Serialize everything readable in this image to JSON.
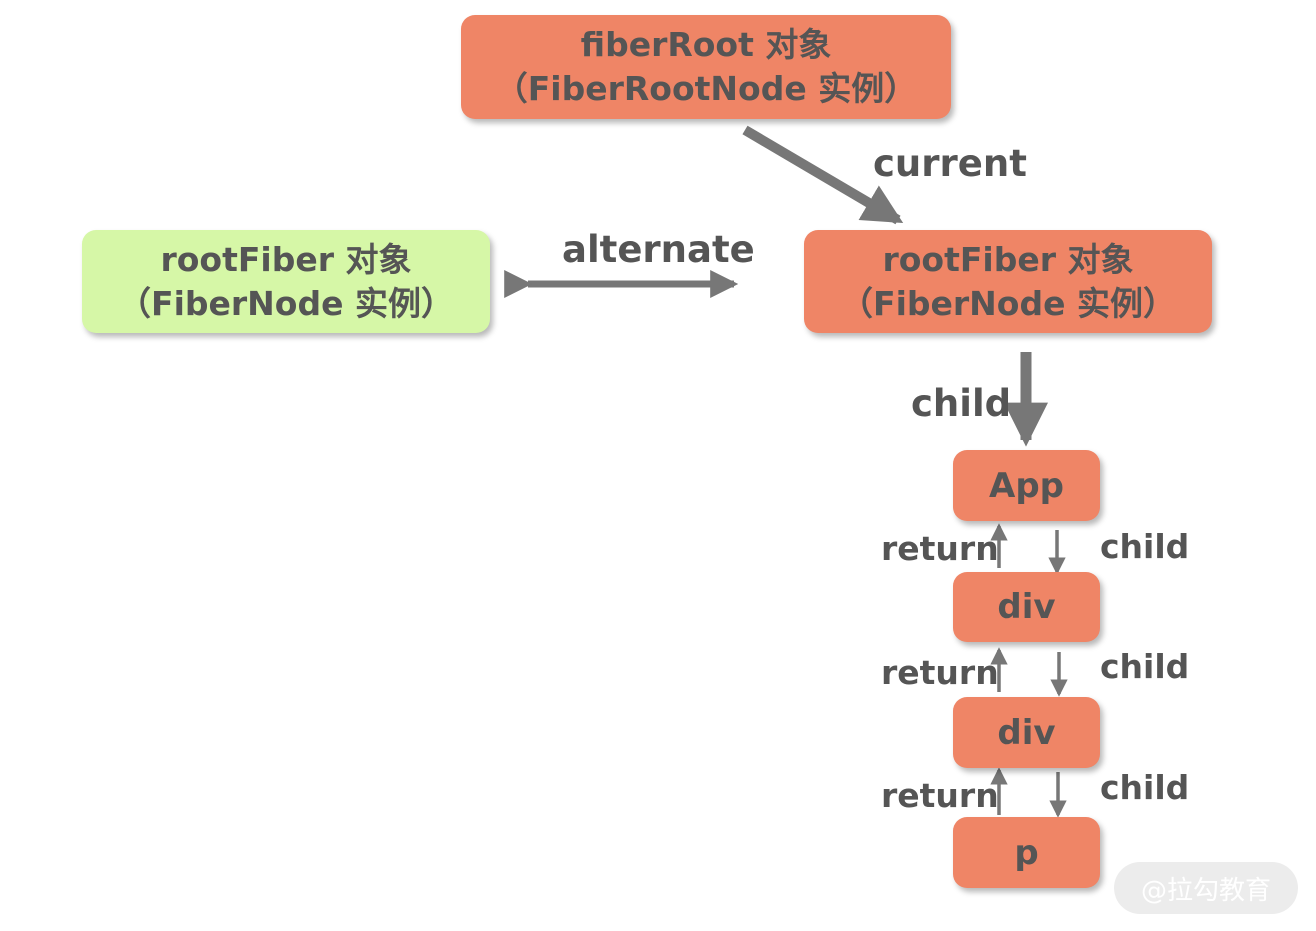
{
  "colors": {
    "current_fill": "#ef8566",
    "alternate_fill": "#d6f7a7",
    "arrow": "#777777",
    "text": "#555555"
  },
  "nodes": {
    "fiber_root": {
      "line1": "fiberRoot 对象",
      "line2": "（FiberRootNode 实例）"
    },
    "root_fiber_alternate": {
      "line1": "rootFiber 对象",
      "line2": "（FiberNode 实例）"
    },
    "root_fiber_current": {
      "line1": "rootFiber 对象",
      "line2": "（FiberNode 实例）"
    },
    "app": "App",
    "div1": "div",
    "div2": "div",
    "p": "p"
  },
  "edges": {
    "current": "current",
    "alternate": "alternate",
    "root_child": "child",
    "app_return": "return",
    "app_child": "child",
    "div1_return": "return",
    "div1_child": "child",
    "div2_return": "return",
    "div2_child": "child"
  },
  "watermark": "@拉勾教育"
}
